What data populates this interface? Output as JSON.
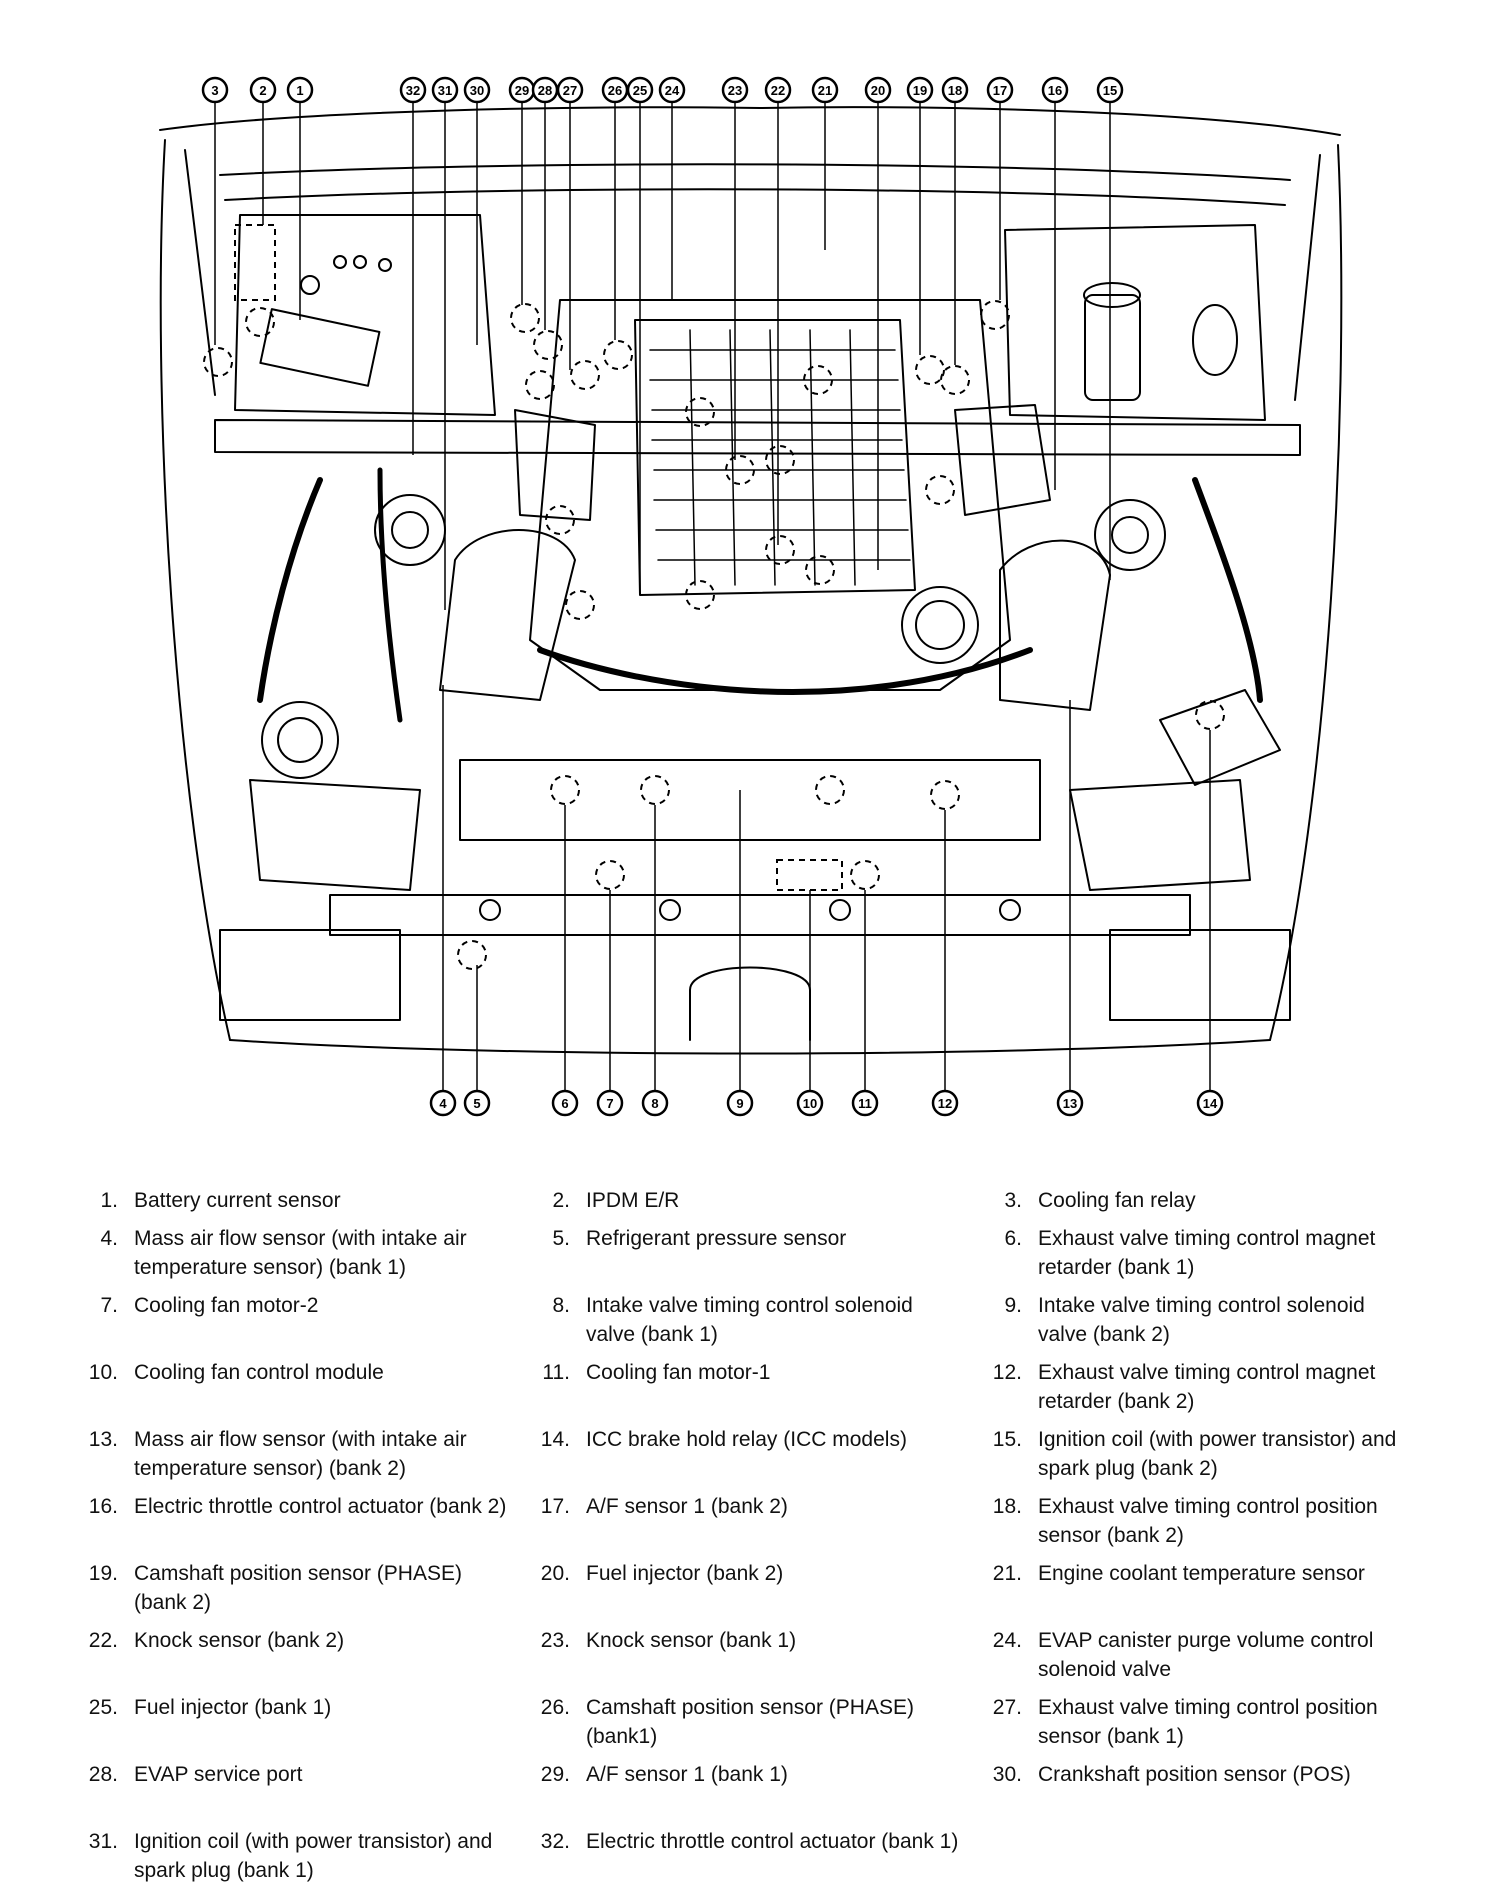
{
  "diagram": {
    "top_callouts": [
      "3",
      "2",
      "1",
      "32",
      "31",
      "30",
      "29",
      "28",
      "27",
      "26",
      "25",
      "24",
      "23",
      "22",
      "21",
      "20",
      "19",
      "18",
      "17",
      "16",
      "15"
    ],
    "bottom_callouts": [
      "4",
      "5",
      "6",
      "7",
      "8",
      "9",
      "10",
      "11",
      "12",
      "13",
      "14"
    ]
  },
  "legend": [
    {
      "num": "1.",
      "text": "Battery current sensor"
    },
    {
      "num": "2.",
      "text": "IPDM E/R"
    },
    {
      "num": "3.",
      "text": "Cooling fan relay"
    },
    {
      "num": "4.",
      "text": "Mass air flow sensor (with intake air temperature sensor) (bank 1)"
    },
    {
      "num": "5.",
      "text": "Refrigerant pressure sensor"
    },
    {
      "num": "6.",
      "text": "Exhaust valve timing control magnet retarder (bank 1)"
    },
    {
      "num": "7.",
      "text": "Cooling fan motor-2"
    },
    {
      "num": "8.",
      "text": "Intake valve timing control solenoid valve (bank 1)"
    },
    {
      "num": "9.",
      "text": "Intake valve timing control solenoid valve (bank 2)"
    },
    {
      "num": "10.",
      "text": "Cooling fan control module"
    },
    {
      "num": "11.",
      "text": "Cooling fan motor-1"
    },
    {
      "num": "12.",
      "text": "Exhaust valve timing control magnet retarder (bank 2)"
    },
    {
      "num": "13.",
      "text": "Mass air flow sensor (with intake air temperature sensor) (bank 2)"
    },
    {
      "num": "14.",
      "text": "ICC brake hold relay (ICC models)"
    },
    {
      "num": "15.",
      "text": "Ignition coil (with power transistor) and spark plug (bank 2)"
    },
    {
      "num": "16.",
      "text": "Electric throttle control actuator (bank 2)"
    },
    {
      "num": "17.",
      "text": "A/F sensor 1 (bank 2)"
    },
    {
      "num": "18.",
      "text": "Exhaust valve timing control position sensor (bank 2)"
    },
    {
      "num": "19.",
      "text": "Camshaft position sensor (PHASE) (bank 2)"
    },
    {
      "num": "20.",
      "text": "Fuel injector (bank 2)"
    },
    {
      "num": "21.",
      "text": "Engine coolant temperature sensor"
    },
    {
      "num": "22.",
      "text": "Knock sensor (bank 2)"
    },
    {
      "num": "23.",
      "text": "Knock sensor (bank 1)"
    },
    {
      "num": "24.",
      "text": "EVAP canister purge volume control solenoid valve"
    },
    {
      "num": "25.",
      "text": "Fuel injector (bank 1)"
    },
    {
      "num": "26.",
      "text": "Camshaft position sensor (PHASE) (bank1)"
    },
    {
      "num": "27.",
      "text": "Exhaust valve timing control position sensor (bank 1)"
    },
    {
      "num": "28.",
      "text": "EVAP service port"
    },
    {
      "num": "29.",
      "text": "A/F sensor 1 (bank 1)"
    },
    {
      "num": "30.",
      "text": "Crankshaft position sensor (POS)"
    },
    {
      "num": "31.",
      "text": "Ignition coil (with power transistor) and spark plug (bank 1)"
    },
    {
      "num": "32.",
      "text": "Electric throttle control actuator (bank 1)"
    }
  ]
}
